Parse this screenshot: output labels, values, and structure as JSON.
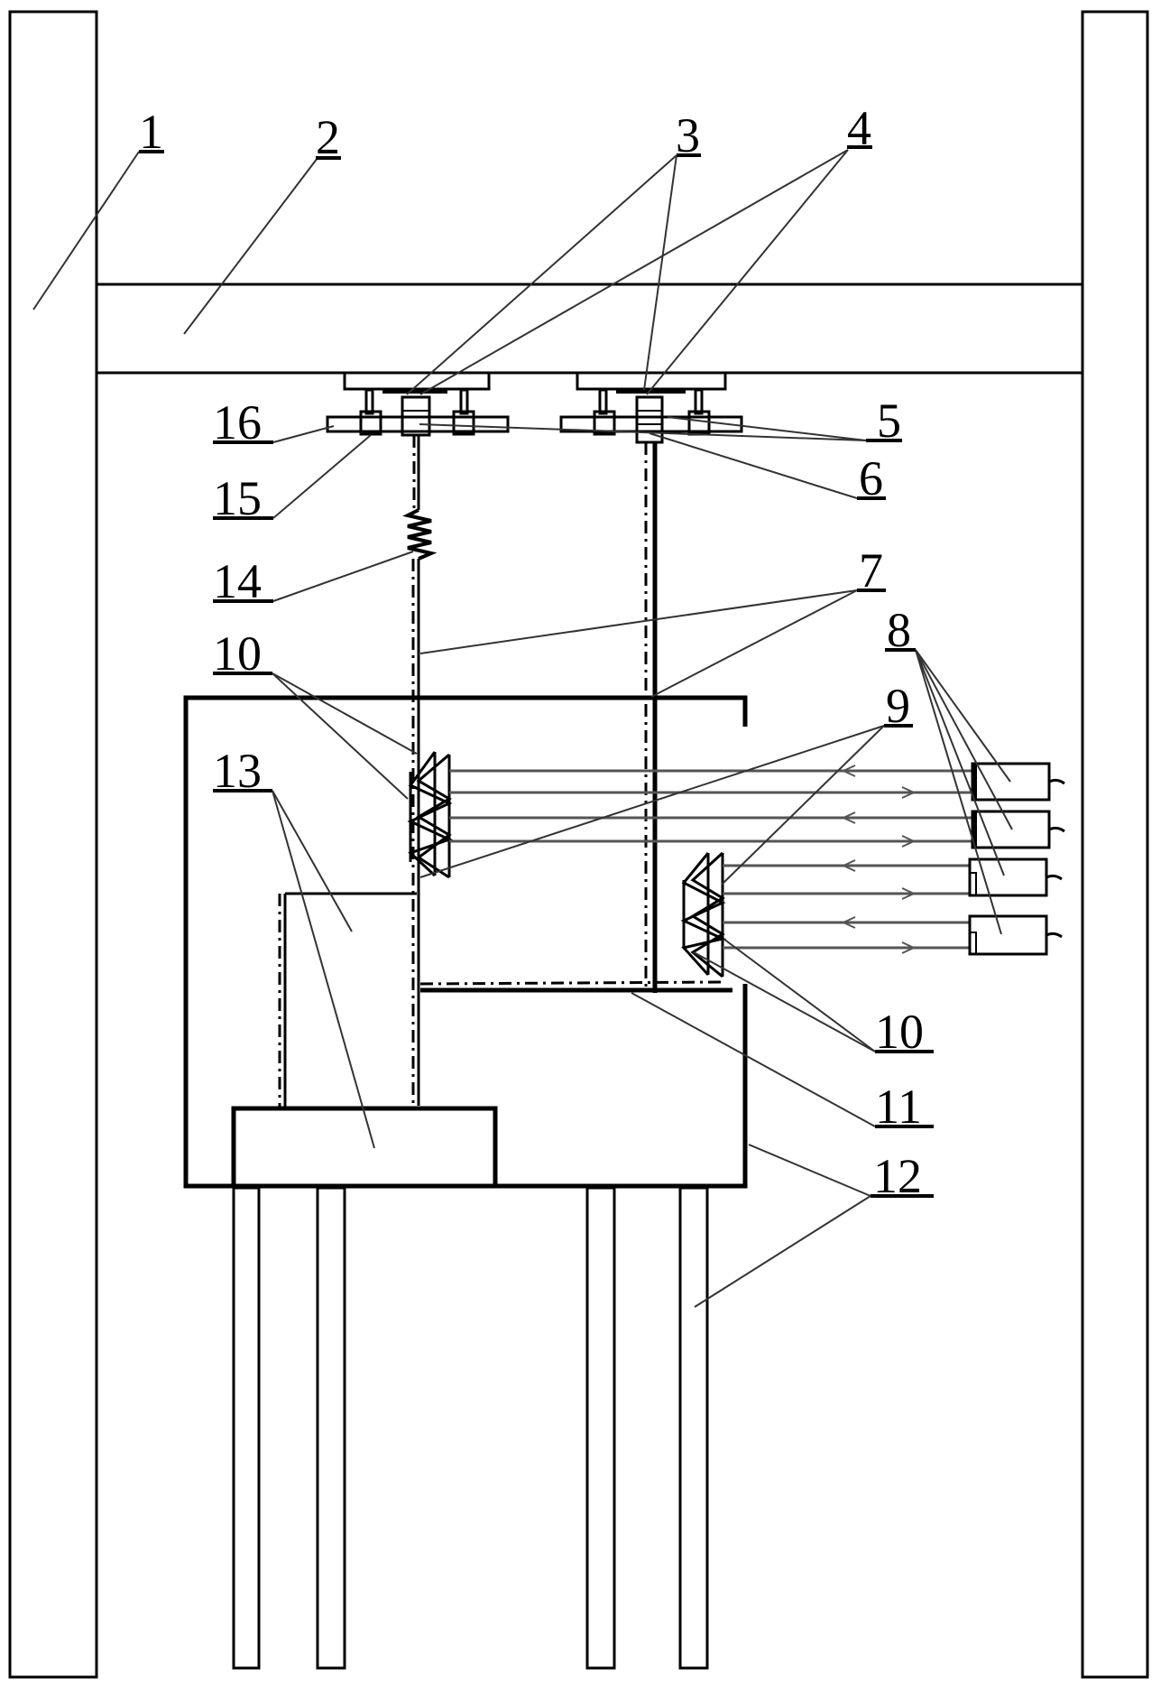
{
  "figure": {
    "type": "patent-schematic",
    "labels": [
      {
        "id": "1",
        "text": "1"
      },
      {
        "id": "2",
        "text": "2"
      },
      {
        "id": "3",
        "text": "3"
      },
      {
        "id": "4",
        "text": "4"
      },
      {
        "id": "5",
        "text": "5"
      },
      {
        "id": "6",
        "text": "6"
      },
      {
        "id": "7",
        "text": "7"
      },
      {
        "id": "8",
        "text": "8"
      },
      {
        "id": "9",
        "text": "9"
      },
      {
        "id": "10a",
        "text": "10"
      },
      {
        "id": "10b",
        "text": "10"
      },
      {
        "id": "11",
        "text": "11"
      },
      {
        "id": "12",
        "text": "12"
      },
      {
        "id": "13",
        "text": "13"
      },
      {
        "id": "14",
        "text": "14"
      },
      {
        "id": "15",
        "text": "15"
      },
      {
        "id": "16",
        "text": "16"
      }
    ],
    "laser_sensor_count": 4,
    "support_column_count": 2,
    "pile_count": 4,
    "line_color": "#000000",
    "background_color": "#ffffff"
  }
}
